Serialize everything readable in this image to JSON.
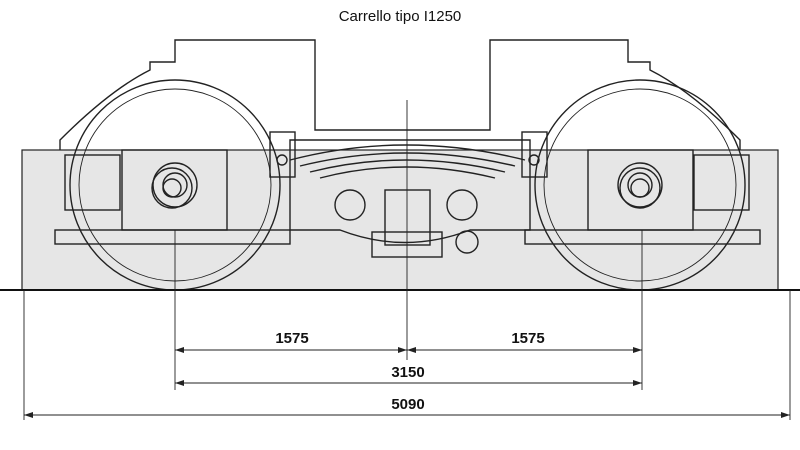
{
  "title": "Carrello tipo I1250",
  "dimensions": {
    "half_left": "1575",
    "half_right": "1575",
    "wheelbase": "3150",
    "overall": "5090"
  },
  "colors": {
    "line": "#222222",
    "frame_fill": "#e6e6e6",
    "wheel_fill": "#ececec",
    "background": "#ffffff"
  }
}
